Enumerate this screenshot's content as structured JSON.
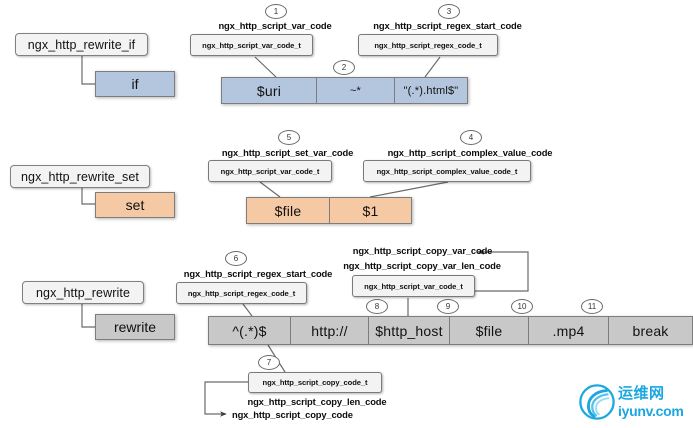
{
  "diagram": {
    "title": "nginx http rewrite module script code structures",
    "background": "#ffffff",
    "palette": {
      "blue": "#b3c6dd",
      "orange": "#f4c9a3",
      "grey": "#c8c8c8",
      "box_fill": "#f3f3f3",
      "border": "#7d7d7d",
      "watermark_blue": "#1ba7e0"
    }
  },
  "groups": [
    {
      "id": "rewrite-if",
      "handler": "ngx_http_rewrite_if",
      "keyword": "if",
      "color": "blue",
      "captions": [
        {
          "text": "ngx_http_script_var_code",
          "index": "1"
        },
        {
          "text": "ngx_http_script_regex_start_code",
          "index": "3"
        }
      ],
      "types": [
        "ngx_http_script_var_code_t",
        "ngx_http_script_regex_code_t"
      ],
      "tokens": [
        {
          "text": "$uri",
          "index": null
        },
        {
          "text": "~*",
          "index": "2"
        },
        {
          "text": "\"(.*).html$\"",
          "index": null
        }
      ]
    },
    {
      "id": "rewrite-set",
      "handler": "ngx_http_rewrite_set",
      "keyword": "set",
      "color": "orange",
      "captions": [
        {
          "text": "ngx_http_script_set_var_code",
          "index": "5"
        },
        {
          "text": "ngx_http_script_complex_value_code",
          "index": "4"
        }
      ],
      "types": [
        "ngx_http_script_var_code_t",
        "ngx_http_script_complex_value_code_t"
      ],
      "tokens": [
        {
          "text": "$file",
          "index": null
        },
        {
          "text": "$1",
          "index": null
        }
      ]
    },
    {
      "id": "rewrite",
      "handler": "ngx_http_rewrite",
      "keyword": "rewrite",
      "color": "grey",
      "captions": [
        {
          "text": "ngx_http_script_regex_start_code",
          "index": "6"
        },
        {
          "text": "ngx_http_script_copy_var_code",
          "index": null
        },
        {
          "text": "ngx_http_script_copy_var_len_code",
          "index": null
        },
        {
          "text": "ngx_http_script_copy_len_code",
          "index": null
        },
        {
          "text": "ngx_http_script_copy_code",
          "index": null
        }
      ],
      "types": [
        "ngx_http_script_regex_code_t",
        "ngx_http_script_var_code_t",
        "ngx_http_script_copy_code_t"
      ],
      "tokens": [
        {
          "text": "^(.*)$",
          "index": null
        },
        {
          "text": "http://",
          "index": "7"
        },
        {
          "text": "$http_host",
          "index": "8"
        },
        {
          "text": "$file",
          "index": "9"
        },
        {
          "text": ".mp4",
          "index": "10"
        },
        {
          "text": "break",
          "index": "11"
        }
      ]
    }
  ],
  "watermark": {
    "cn": "运维网",
    "en": "iyunv.com",
    "logo": "swirl-circle-logo"
  }
}
